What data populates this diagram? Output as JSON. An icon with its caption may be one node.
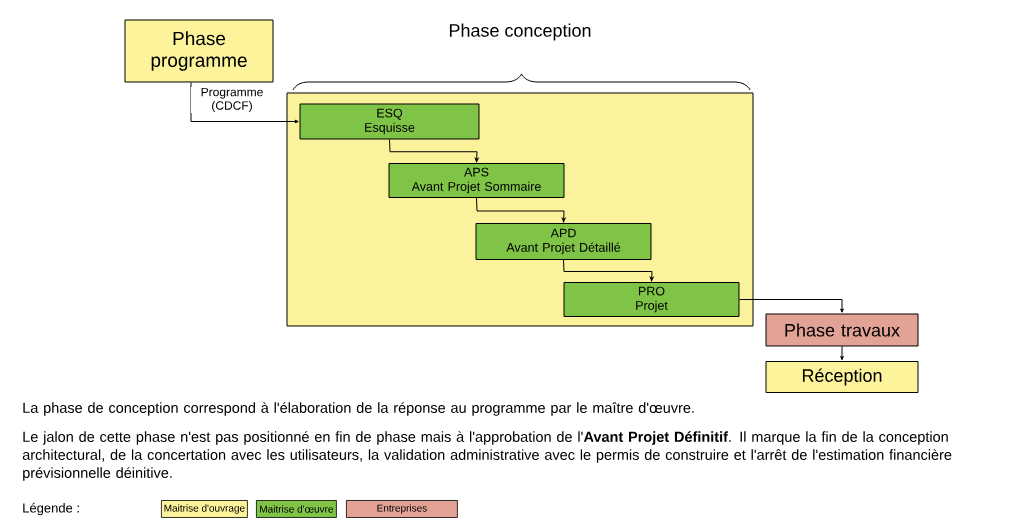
{
  "diagram": {
    "nodes": [
      {
        "text": [
          "Phase programme"
        ]
      },
      {
        "text": [
          "Phase conception"
        ]
      },
      {
        "text": [
          "ESQ",
          "Esquisse"
        ],
        "in": 1
      },
      {
        "text": [
          "APS",
          "Avant Projet Sommaire"
        ],
        "in": 1
      },
      {
        "text": [
          "APD",
          "Avant Projet Détaillé"
        ],
        "in": 1
      },
      {
        "text": [
          "PRO",
          "Projet"
        ],
        "in": 1
      },
      {
        "text": [
          "Phase travaux"
        ]
      },
      {
        "text": [
          "Réception"
        ]
      }
    ],
    "edges": [
      {
        "from": 0,
        "to": 2,
        "arrow": "to",
        "label": "Programme (CDCF)"
      },
      {
        "from": 2,
        "to": 3,
        "arrow": "to"
      },
      {
        "from": 3,
        "to": 4,
        "arrow": "to"
      },
      {
        "from": 4,
        "to": 5,
        "arrow": "to"
      },
      {
        "from": 5,
        "to": 6,
        "arrow": "to"
      },
      {
        "from": 6,
        "to": 7,
        "arrow": "to"
      }
    ],
    "labels": [
      "La phase de conception correspond à l'élaboration de la réponse au programme par le maître d'œuvre.",
      "Le jalon de cette phase n'est pas positionné en fin de phase mais à l'approbation de l'**Avant Projet Définitif**. Il marque la fin de la conception architectural, de la concertation avec les utilisateurs, la validation administrative avec le permis de construire et l'arrêt de l'estimation financière prévisionnelle déinitive.",
      "Légende :"
    ],
    "legend": [
      {
        "text": "Maitrise d'ouvrage",
        "color": "#fcf39a"
      },
      {
        "text": "Maitrise d'œuvre",
        "color": "#80c447"
      },
      {
        "text": "Entreprises",
        "color": "#e2a296"
      }
    ]
  }
}
